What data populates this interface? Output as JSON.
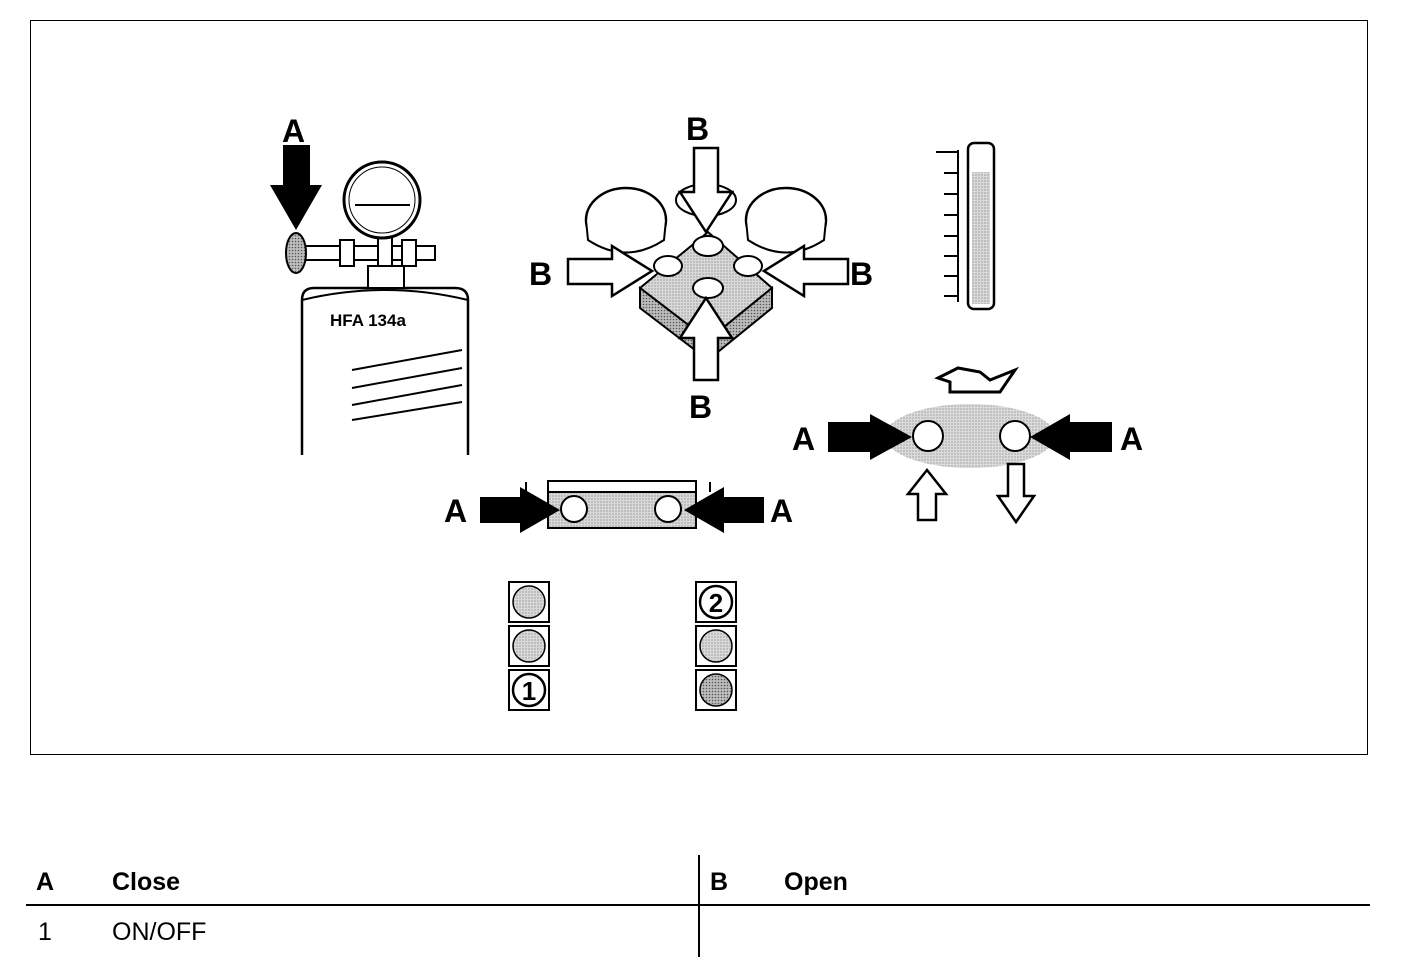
{
  "diagram": {
    "cylinder_label": "HFA 134a",
    "valve_letter_close": "A",
    "valve_letter_open": "B",
    "indicator_1": "1",
    "indicator_2": "2"
  },
  "legend": {
    "rows": [
      {
        "key": "A",
        "text": "Close",
        "key2": "B",
        "text2": "Open"
      },
      {
        "key": "1",
        "text": "ON/OFF",
        "key2": "",
        "text2": ""
      }
    ]
  }
}
